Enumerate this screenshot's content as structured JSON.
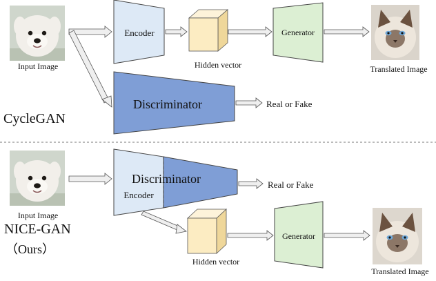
{
  "labels": {
    "input_image": "Input Image",
    "encoder": "Encoder",
    "hidden_vector": "Hidden vector",
    "generator": "Generator",
    "translated_image": "Translated Image",
    "discriminator": "Discriminator",
    "real_or_fake": "Real or Fake"
  },
  "sections": {
    "top": {
      "method_name": "CycleGAN"
    },
    "bottom": {
      "method_name": "NICE-GAN",
      "method_note": "（Ours）"
    }
  },
  "colors": {
    "encoder_fill": "#dde9f6",
    "discriminator_fill": "#7f9ed6",
    "generator_fill": "#dcefd3",
    "cube_front": "#fcecc2",
    "cube_top": "#fdf3da",
    "cube_side": "#efd79a",
    "arrow_fill": "#efefef",
    "dog_fur": "#f2efea",
    "cat_fur": "#ede6dc",
    "cat_points": "#6b5240"
  }
}
